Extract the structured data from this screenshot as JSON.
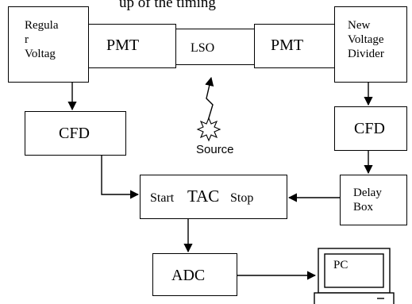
{
  "caption": "up of the timing",
  "blocks": {
    "regular_voltage": [
      "Regula",
      "r",
      "Voltag"
    ],
    "pmt_left": "PMT",
    "lso": "LSO",
    "pmt_right": "PMT",
    "new_voltage_divider": [
      "New",
      "Voltage",
      "Divider"
    ],
    "cfd_left": "CFD",
    "cfd_right": "CFD",
    "source": "Source",
    "tac": {
      "start": "Start",
      "name": "TAC",
      "stop": "Stop"
    },
    "delay_box": [
      "Delay",
      "Box"
    ],
    "adc": "ADC",
    "pc": "PC"
  }
}
